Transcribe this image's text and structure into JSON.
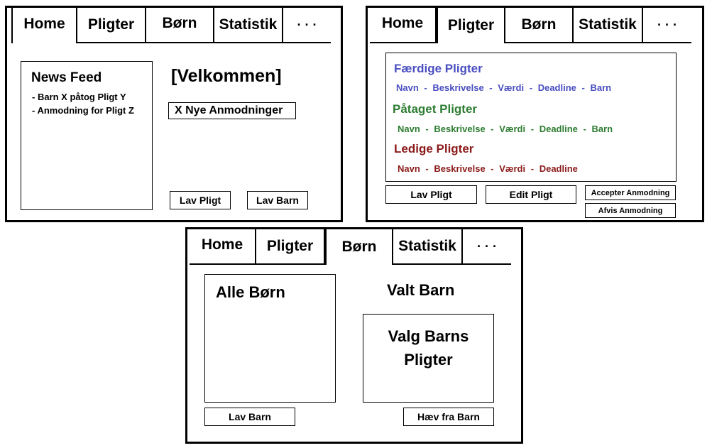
{
  "tabs": {
    "home": "Home",
    "pligter": "Pligter",
    "born": "Børn",
    "statistik": "Statistik",
    "more": "· · ·"
  },
  "home": {
    "news_feed": {
      "title": "News Feed",
      "items": [
        "- Barn X påtog Pligt Y",
        "- Anmodning for Pligt Z"
      ]
    },
    "welcome": "[Velkommen]",
    "requests_button": "X Nye Anmodninger",
    "lav_pligt_button": "Lav Pligt",
    "lav_barn_button": "Lav Barn"
  },
  "pligter": {
    "sections": [
      {
        "title": "Færdige Pligter",
        "color": "#4a4fc0",
        "columns": [
          "Navn",
          "-",
          "Beskrivelse",
          "-",
          "Værdi",
          "-",
          "Deadline",
          "-",
          "Barn"
        ]
      },
      {
        "title": "Påtaget Pligter",
        "color": "#2e7d32",
        "columns": [
          "Navn",
          "-",
          "Beskrivelse",
          "-",
          "Værdi",
          "-",
          "Deadline",
          "-",
          "Barn"
        ]
      },
      {
        "title": "Ledige Pligter",
        "color": "#8b1a1a",
        "columns": [
          "Navn",
          "-",
          "Beskrivelse",
          "-",
          "Værdi",
          "-",
          "Deadline"
        ]
      }
    ],
    "lav_pligt_button": "Lav Pligt",
    "edit_pligt_button": "Edit Pligt",
    "accepter_button": "Accepter Anmodning",
    "afvis_button": "Afvis Anmodning"
  },
  "born": {
    "alle_born_title": "Alle Børn",
    "valt_barn_title": "Valt Barn",
    "valg_barns_pligter": [
      "Valg Barns",
      "Pligter"
    ],
    "lav_barn_button": "Lav Barn",
    "haev_button": "Hæv fra Barn"
  }
}
